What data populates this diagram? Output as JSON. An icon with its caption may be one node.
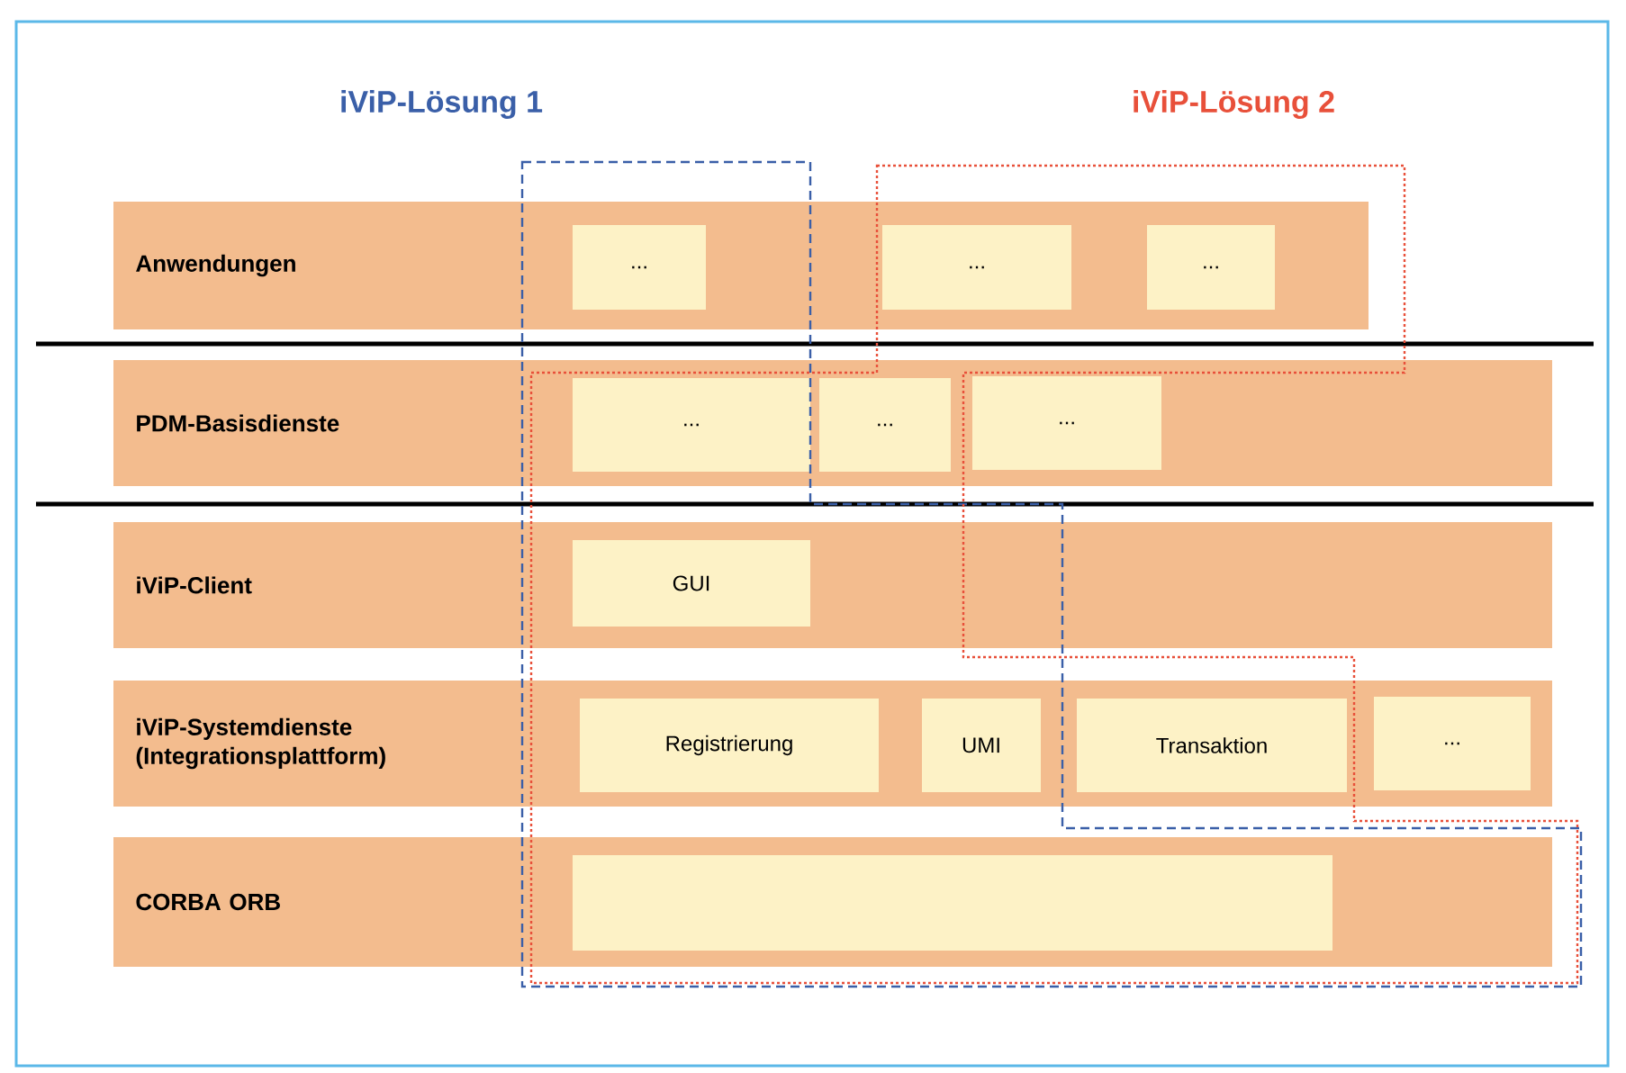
{
  "diagram": {
    "nodes": [
      {
        "text": [
          "iViP-Lösung 1"
        ]
      },
      {
        "text": [
          "iViP-Lösung 2"
        ]
      },
      {
        "text": [
          "Anwendungen"
        ]
      },
      {
        "text": [
          "..."
        ]
      },
      {
        "text": [
          "..."
        ]
      },
      {
        "text": [
          "..."
        ]
      },
      {
        "text": [
          "PDM-Basisdienste"
        ]
      },
      {
        "text": [
          "..."
        ]
      },
      {
        "text": [
          "..."
        ]
      },
      {
        "text": [
          "..."
        ],
        "in": 6
      },
      {
        "text": [
          "iViP-Client"
        ]
      },
      {
        "text": [
          "GUI"
        ]
      },
      {
        "text": [
          "iViP-Systemdienste (Integrationsplattform)"
        ]
      },
      {
        "text": [
          "Registrierung"
        ]
      },
      {
        "text": [
          "UMI"
        ]
      },
      {
        "text": [
          "Transaktion"
        ]
      },
      {
        "text": [
          "..."
        ],
        "in": 12
      },
      {
        "text": [
          "CORBA ORB"
        ]
      },
      {
        "text": [],
        "shape": "box"
      }
    ]
  }
}
